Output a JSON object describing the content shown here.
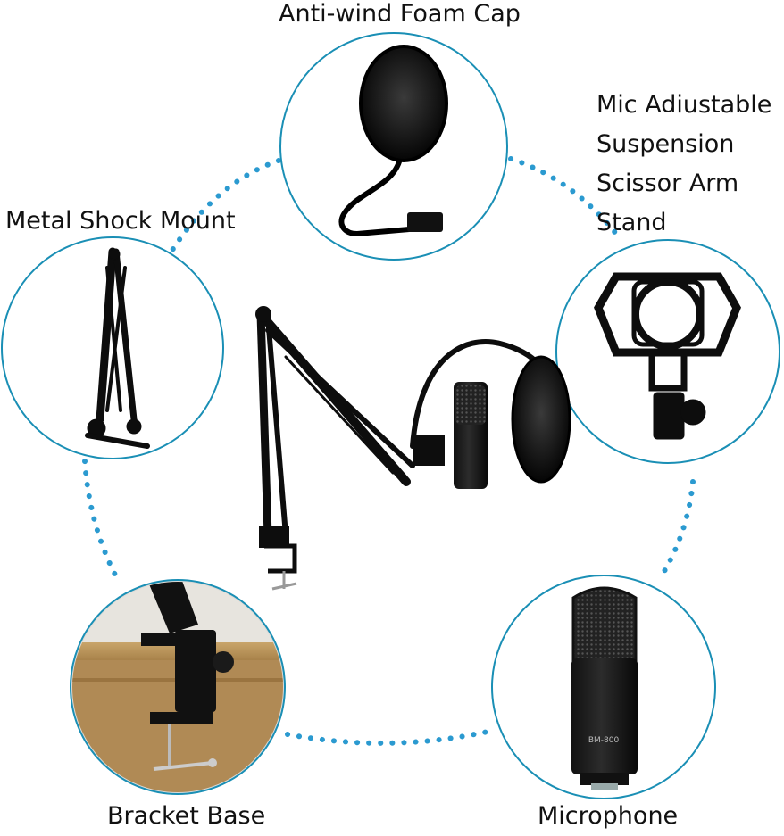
{
  "labels": {
    "anti_wind": "Anti-wind Foam Cap",
    "shock_mount": "Metal Shock Mount",
    "scissor_arm": [
      "Mic Adiustable",
      "Suspension",
      "Scissor Arm",
      "Stand"
    ],
    "bracket_base": "Bracket Base",
    "microphone": "Microphone"
  },
  "mic_model_text": "BM-800",
  "colors": {
    "ring": "#1a8fb5",
    "dots": "#2b9ad0",
    "hardware": "#0d0d0d",
    "background": "#ffffff"
  }
}
